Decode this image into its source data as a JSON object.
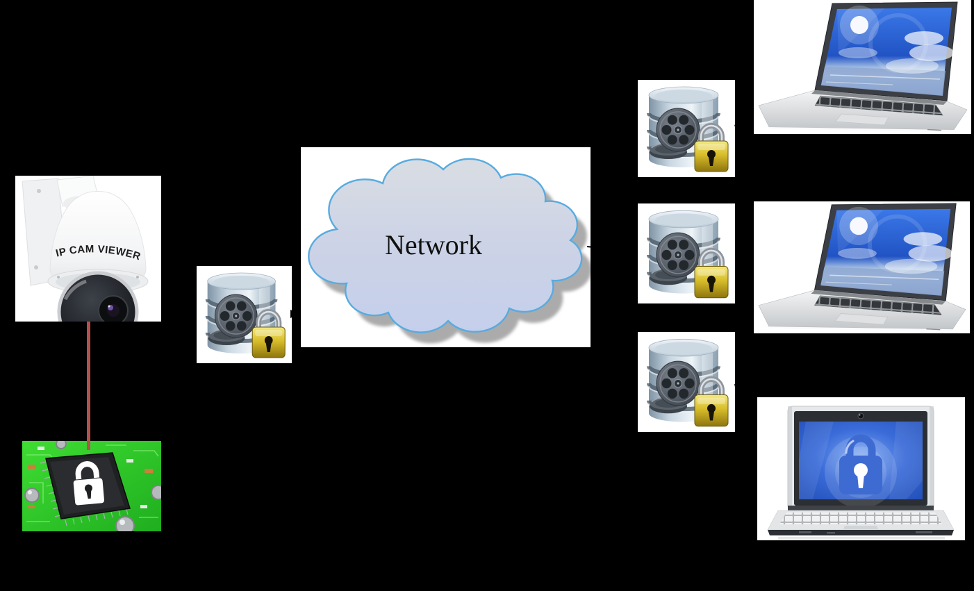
{
  "labels": {
    "network": "Network",
    "camera": "IP CAM VIEWER"
  },
  "nodes": [
    {
      "id": "ip-camera",
      "icon": "dome-camera-icon",
      "label": "IP CAM VIEWER"
    },
    {
      "id": "encryption-chip-board",
      "icon": "chip-lock-icon"
    },
    {
      "id": "encrypted-video-db-source",
      "icon": "database-film-padlock-icon"
    },
    {
      "id": "network-cloud",
      "icon": "cloud-icon",
      "label": "Network"
    },
    {
      "id": "encrypted-video-db-user1",
      "icon": "database-film-padlock-icon"
    },
    {
      "id": "encrypted-video-db-user2",
      "icon": "database-film-padlock-icon"
    },
    {
      "id": "encrypted-video-db-user3",
      "icon": "database-film-padlock-icon"
    },
    {
      "id": "user-laptop-1",
      "icon": "laptop-sky-wallpaper-icon"
    },
    {
      "id": "user-laptop-2",
      "icon": "laptop-sky-wallpaper-icon"
    },
    {
      "id": "user-laptop-3",
      "icon": "laptop-lock-screen-icon"
    }
  ],
  "connections": [
    {
      "from": "ip-camera",
      "to": "encryption-chip-board",
      "style": "red-line"
    },
    {
      "from": "network-cloud",
      "to": "encrypted-video-db-user2",
      "style": "black-arrow"
    },
    {
      "from": "encrypted-video-db-user1",
      "to": "user-laptop-1",
      "style": "black-arrow"
    },
    {
      "from": "encrypted-video-db-user2",
      "to": "user-laptop-2",
      "style": "black-arrow"
    },
    {
      "from": "encrypted-video-db-user3",
      "to": "user-laptop-3",
      "style": "black-arrow"
    }
  ],
  "colors": {
    "background": "#000000",
    "connector_red": "#b5514d",
    "cloud_border": "#58abdf",
    "cloud_fill_top": "#d9dde3",
    "cloud_fill_bottom": "#c5cfec",
    "padlock_gold": "#d8bd2a",
    "pcb_green": "#2fcc2c",
    "laptop_lock_blue": "#3e6bd2",
    "screen_sky_blue": "#2e63d4"
  }
}
